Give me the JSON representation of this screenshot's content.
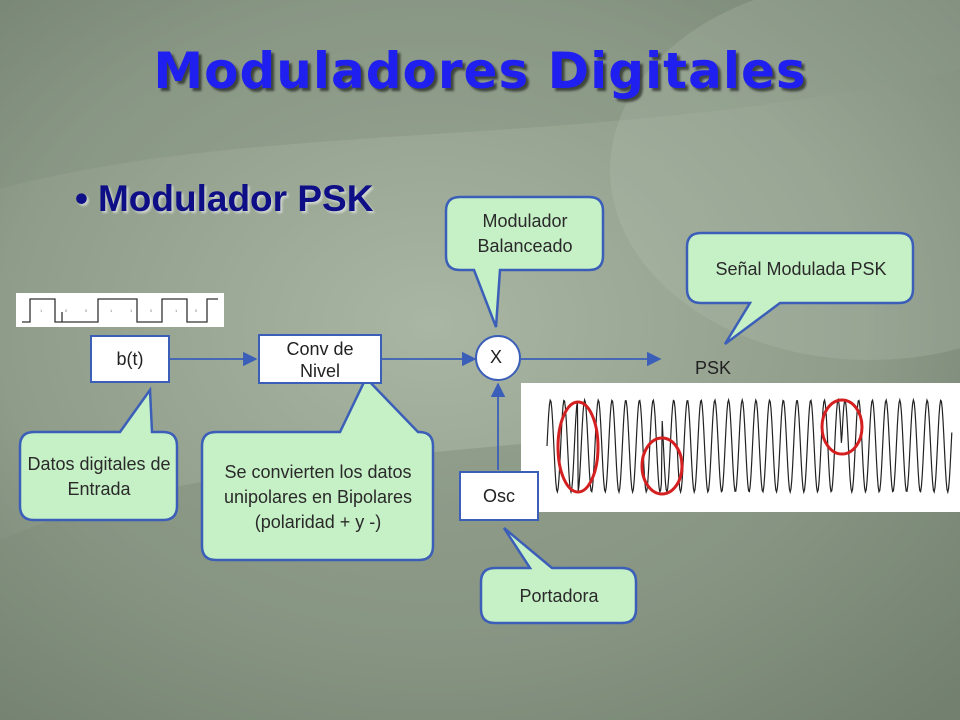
{
  "title": "Moduladores Digitales",
  "bullet": "Modulador PSK",
  "blocks": {
    "bt": "b(t)",
    "conv": "Conv de Nivel",
    "mult": "X",
    "osc": "Osc",
    "output": "PSK"
  },
  "callouts": {
    "balanced": "Modulador Balanceado",
    "signal": "Señal Modulada PSK",
    "input": "Datos digitales de Entrada",
    "convert": "Se convierten los datos unipolares en Bipolares (polaridad + y -)",
    "carrier": "Portadora"
  },
  "colors": {
    "title": "#1f1ff0",
    "bullet": "#0e0e86",
    "callout_fill": "#c6f0c6",
    "callout_stroke": "#3b5fb8",
    "arrow": "#3b5fb8",
    "highlight": "#d42020"
  }
}
